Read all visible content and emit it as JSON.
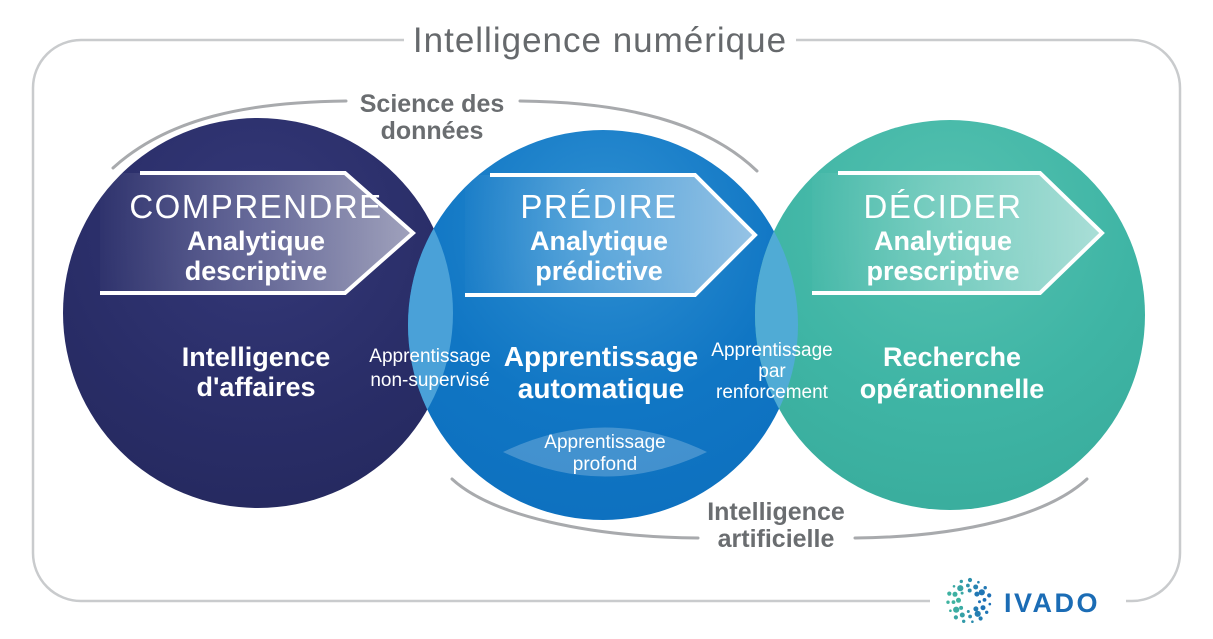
{
  "title": "Intelligence numérique",
  "outer_labels": {
    "top": {
      "line1": "Science des",
      "line2": "données"
    },
    "bottom": {
      "line1": "Intelligence",
      "line2": "artificielle"
    }
  },
  "circles": [
    {
      "id": "comprendre",
      "action": "COMPRENDRE",
      "analytic_line1": "Analytique",
      "analytic_line2": "descriptive",
      "field_line1": "Intelligence",
      "field_line2": "d'affaires",
      "color": "#292d67"
    },
    {
      "id": "predire",
      "action": "PRÉDIRE",
      "analytic_line1": "Analytique",
      "analytic_line2": "prédictive",
      "field_line1": "Apprentissage",
      "field_line2": "automatique",
      "sub_line1": "Apprentissage",
      "sub_line2": "profond",
      "color": "#1076c4"
    },
    {
      "id": "decider",
      "action": "DÉCIDER",
      "analytic_line1": "Analytique",
      "analytic_line2": "prescriptive",
      "field_line1": "Recherche",
      "field_line2": "opérationnelle",
      "color": "#3fb5a5"
    }
  ],
  "overlaps": [
    {
      "between": "comprendre-predire",
      "line1": "Apprentissage",
      "line2": "non-supervisé"
    },
    {
      "between": "predire-decider",
      "line1": "Apprentissage",
      "line2": "par",
      "line3": "renforcement"
    }
  ],
  "logo": {
    "text": "IVADO",
    "icon": "ivado-dots-icon",
    "color": "#1b6cb5",
    "teal": "#3fb3a0"
  },
  "colors": {
    "navy": "#292d67",
    "blue": "#1076c4",
    "teal": "#3fb5a5",
    "overlap_blue_left": "#4aa1d8",
    "overlap_blue_right": "#50abd5",
    "gray_text": "#6a6d70",
    "arc_gray": "#a8aaad",
    "frame_gray": "#c9cbcd",
    "text_white": "#ffffff"
  }
}
